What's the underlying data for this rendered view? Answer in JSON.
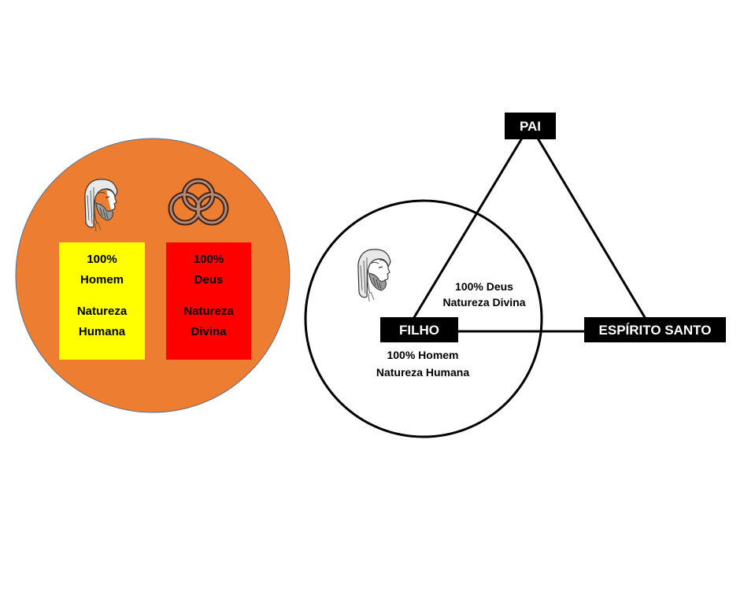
{
  "left_panel": {
    "circle_color": "#ED7D31",
    "human_icon": "jesus-portrait-icon",
    "divine_icon": "triquetra-icon",
    "human_card": {
      "color": "#FFFF00",
      "line1": "100%",
      "line2": "Homem",
      "line3": "Natureza",
      "line4": "Humana"
    },
    "divine_card": {
      "color": "#FF0000",
      "line1": "100%",
      "line2": "Deus",
      "line3": "Natureza",
      "line4": "Divina"
    }
  },
  "right_panel": {
    "nodes": {
      "pai": "PAI",
      "filho": "FILHO",
      "espirito": "ESPÍRITO SANTO"
    },
    "son_icon": "jesus-portrait-icon",
    "divine_text": {
      "line1": "100% Deus",
      "line2": "Natureza Divina"
    },
    "human_text": {
      "line1": "100% Homem",
      "line2": "Natureza Humana"
    }
  }
}
